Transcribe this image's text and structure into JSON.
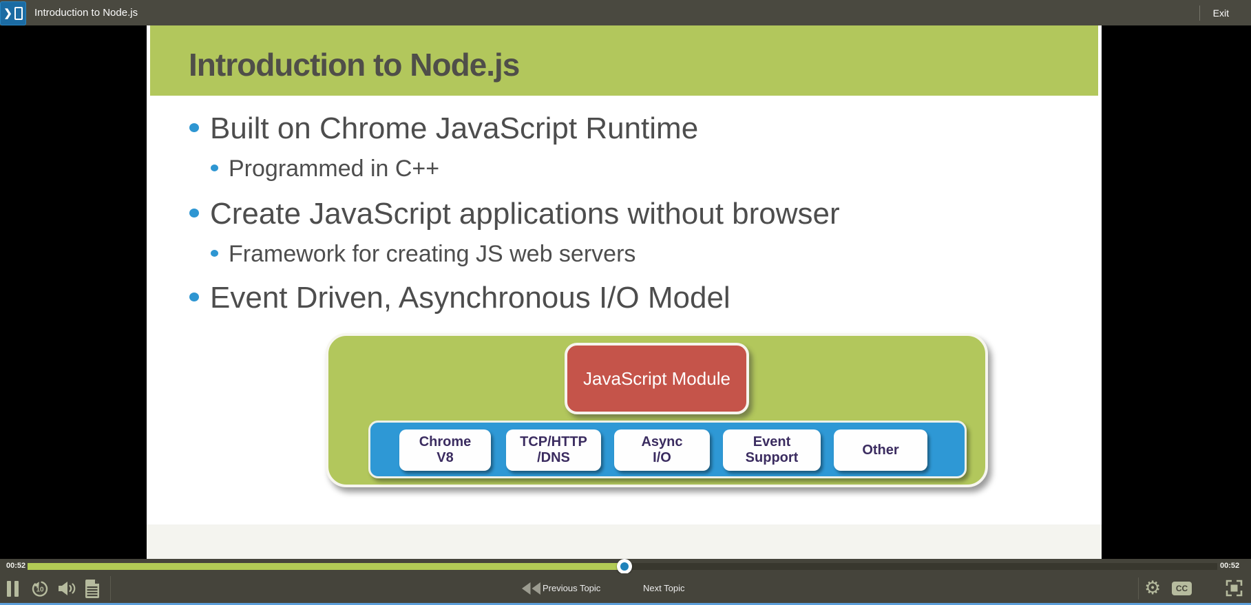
{
  "topbar": {
    "title": "Introduction to Node.js",
    "exit_label": "Exit"
  },
  "slide": {
    "title": "Introduction to Node.js",
    "bullets": [
      {
        "level": 1,
        "text": "Built on Chrome JavaScript Runtime"
      },
      {
        "level": 2,
        "text": "Programmed in C++"
      },
      {
        "level": 1,
        "text": "Create JavaScript applications without browser"
      },
      {
        "level": 2,
        "text": "Framework for creating JS web servers"
      },
      {
        "level": 1,
        "text": "Event Driven, Asynchronous I/O Model"
      }
    ],
    "diagram": {
      "module_label": "JavaScript Module",
      "components": [
        {
          "line1": "Chrome",
          "line2": "V8"
        },
        {
          "line1": "TCP/HTTP",
          "line2": "/DNS"
        },
        {
          "line1": "Async",
          "line2": "I/O"
        },
        {
          "line1": "Event",
          "line2": "Support"
        },
        {
          "line1": "Other",
          "line2": ""
        }
      ]
    }
  },
  "player": {
    "elapsed": "00:52",
    "duration": "00:52",
    "progress_percent": 50.2,
    "previous_label": "Previous Topic",
    "next_label": "Next Topic",
    "cc_label": "CC"
  },
  "colors": {
    "topbar_bg": "#4a4940",
    "accent_green": "#b2c75c",
    "module_red": "#c5544a",
    "layer_blue": "#2e98d5",
    "bullet_blue": "#2e96d2",
    "progress_fill": "#b2cb55",
    "knob_blue": "#1f82ba",
    "icon_sage": "#b6bb9e",
    "bottom_border_blue": "#5c9ed9"
  }
}
